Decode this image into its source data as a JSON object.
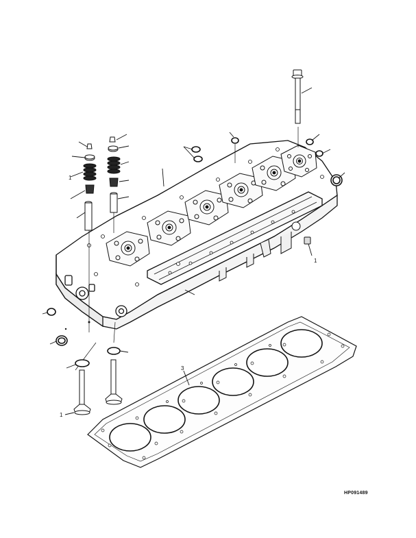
{
  "figure": {
    "reference_id": "HP091489",
    "callout_labels": {
      "bolt": "",
      "o_ring_right": "",
      "top_cap": "",
      "valve_spring": "",
      "valve_guide": "",
      "head": "",
      "gasket": "3",
      "valve": "1",
      "plug": "1",
      "spring_left": "1"
    }
  }
}
